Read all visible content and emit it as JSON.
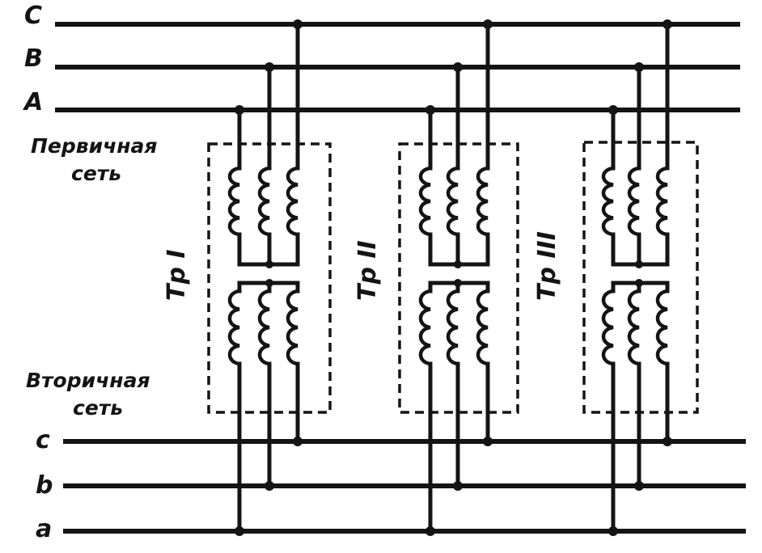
{
  "primary_buses": [
    {
      "id": "C",
      "label": "C"
    },
    {
      "id": "B",
      "label": "B"
    },
    {
      "id": "A",
      "label": "A"
    }
  ],
  "secondary_buses": [
    {
      "id": "c",
      "label": "c"
    },
    {
      "id": "b",
      "label": "b"
    },
    {
      "id": "a",
      "label": "a"
    }
  ],
  "primary_network_label": {
    "line1": "Первичная",
    "line2": "сеть"
  },
  "secondary_network_label": {
    "line1": "Вторичная",
    "line2": "сеть"
  },
  "transformers": [
    {
      "label": "Тр I"
    },
    {
      "label": "Тр II"
    },
    {
      "label": "Тр III"
    }
  ]
}
